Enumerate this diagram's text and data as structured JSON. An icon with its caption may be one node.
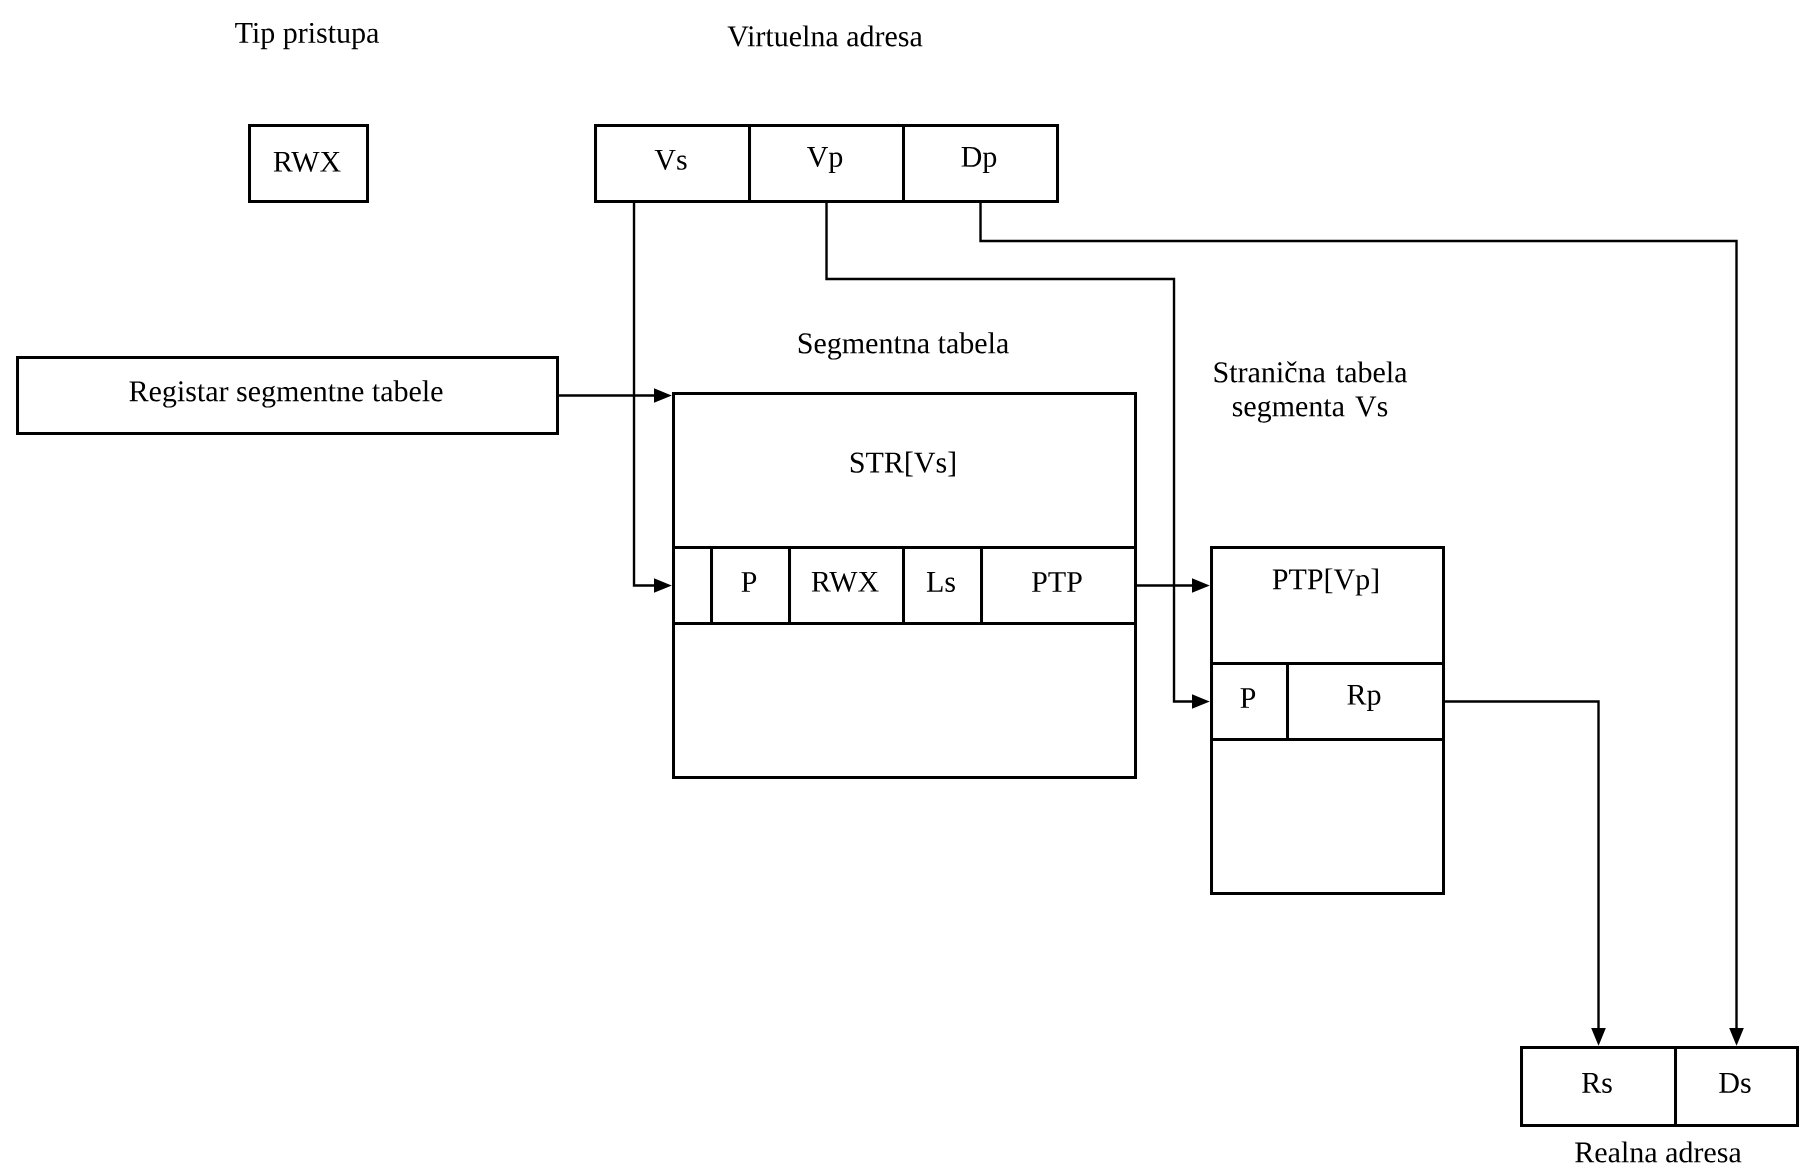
{
  "diagram": {
    "nodes": [
      {
        "text": [
          "RWX"
        ],
        "beside": [
          "Tip pristupa"
        ]
      },
      {
        "text": [
          "Virtuelna adresa"
        ]
      },
      {
        "text": [
          "Vs"
        ],
        "in": 1
      },
      {
        "text": [
          "Vp"
        ],
        "in": 1
      },
      {
        "text": [
          "Dp"
        ],
        "in": 1
      },
      {
        "text": [
          "Registar segmentne tabele"
        ]
      },
      {
        "text": [
          "Segmentna tabela",
          "STR[Vs]"
        ]
      },
      {
        "text": [],
        "shape": "box",
        "in": 6
      },
      {
        "text": [
          "P"
        ],
        "in": 6
      },
      {
        "text": [
          "RWX"
        ],
        "in": 6
      },
      {
        "text": [
          "Ls"
        ],
        "in": 6
      },
      {
        "text": [
          "PTP"
        ],
        "in": 6
      },
      {
        "text": [
          "Stranična tabela segmenta Vs",
          "PTP[Vp]"
        ]
      },
      {
        "text": [
          "P"
        ],
        "in": 12
      },
      {
        "text": [
          "Rp"
        ],
        "in": 12
      },
      {
        "text": [
          "Realna adresa"
        ]
      },
      {
        "text": [
          "Rs"
        ],
        "in": 15
      },
      {
        "text": [
          "Ds"
        ],
        "in": 15
      }
    ],
    "edges": [
      {
        "from": 5,
        "to": 6,
        "arrow": "to"
      },
      {
        "from": 2,
        "to": 7,
        "arrow": "to"
      },
      {
        "from": 3,
        "to": 13,
        "arrow": "to"
      },
      {
        "from": 4,
        "to": 17,
        "arrow": "to"
      },
      {
        "from": 11,
        "to": 12,
        "arrow": "to"
      },
      {
        "from": 14,
        "to": 16,
        "arrow": "to"
      }
    ]
  }
}
